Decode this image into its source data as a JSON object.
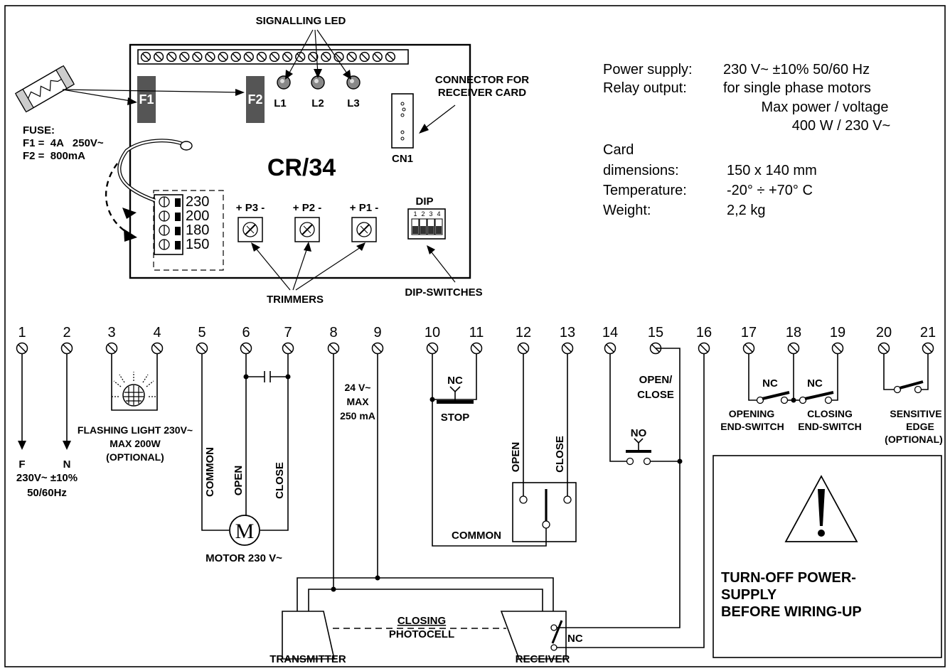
{
  "board": {
    "model": "CR/34",
    "signalling_led": "SIGNALLING LED",
    "leds": [
      "L1",
      "L2",
      "L3"
    ],
    "fuses": [
      "F1",
      "F2"
    ],
    "fuse_title": "FUSE:",
    "fuse_f1": "F1 =  4A   250V~",
    "fuse_f2": "F2 =  800mA",
    "connector_line1": "CONNECTOR FOR",
    "connector_line2": "RECEIVER CARD",
    "cn1": "CN1",
    "voltage_taps": [
      "230",
      "200",
      "180",
      "150"
    ],
    "trimmers": [
      "+ P3 -",
      "+ P2 -",
      "+ P1 -"
    ],
    "trimmers_label": "TRIMMERS",
    "dip": "DIP",
    "dip_numbers": [
      "1",
      "2",
      "3",
      "4"
    ],
    "dip_switches_label": "DIP-SWITCHES"
  },
  "specs": {
    "power_supply_label": "Power supply:",
    "power_supply_value": "230 V~ ±10% 50/60 Hz",
    "relay_output_label": "Relay output:",
    "relay_output_value": "for single phase motors",
    "max_power_label": "Max power / voltage",
    "max_power_value": "400 W / 230 V~",
    "card_label_line1": "Card",
    "card_label_line2": "dimensions:",
    "card_value": "150 x 140 mm",
    "temperature_label": "Temperature:",
    "temperature_value": "-20° ÷ +70° C",
    "weight_label": "Weight:",
    "weight_value": "2,2 kg"
  },
  "terminals": [
    "1",
    "2",
    "3",
    "4",
    "5",
    "6",
    "7",
    "8",
    "9",
    "10",
    "11",
    "12",
    "13",
    "14",
    "15",
    "16",
    "17",
    "18",
    "19",
    "20",
    "21"
  ],
  "wiring": {
    "f": "F",
    "n": "N",
    "mains_line1": "230V~ ±10%",
    "mains_line2": "50/60Hz",
    "flashing_line1": "FLASHING LIGHT 230V~",
    "flashing_line2": "MAX 200W",
    "flashing_line3": "(OPTIONAL)",
    "common": "COMMON",
    "open": "OPEN",
    "close": "CLOSE",
    "motor_symbol": "M",
    "motor_label": "MOTOR 230 V~",
    "aux_line1": "24 V~",
    "aux_line2": "MAX",
    "aux_line3": "250 mA",
    "nc": "NC",
    "stop": "STOP",
    "selector_open": "OPEN",
    "selector_close": "CLOSE",
    "selector_common": "COMMON",
    "open_close_line1": "OPEN/",
    "open_close_line2": "CLOSE",
    "no": "NO",
    "nc_opening": "NC",
    "nc_closing": "NC",
    "opening_line1": "OPENING",
    "opening_line2": "END-SWITCH",
    "closing_line1": "CLOSING",
    "closing_line2": "END-SWITCH",
    "sensitive_line1": "SENSITIVE",
    "sensitive_line2": "EDGE",
    "sensitive_line3": "(OPTIONAL)",
    "transmitter": "TRANSMITTER",
    "receiver": "RECEIVER",
    "receiver_nc": "NC",
    "photocell_line1": "CLOSING",
    "photocell_line2": "PHOTOCELL"
  },
  "warning": {
    "line1": "TURN-OFF POWER-",
    "line2": "SUPPLY",
    "line3": "BEFORE WIRING-UP"
  }
}
